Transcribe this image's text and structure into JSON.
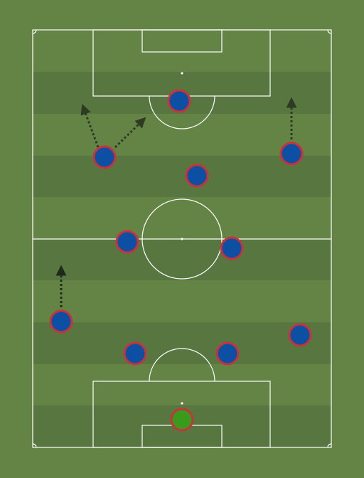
{
  "pitch": {
    "grass_light": "#648446",
    "grass_dark": "#587740",
    "line_color": "#ffffff"
  },
  "players": [
    {
      "id": "goalkeeper",
      "kit_color": "#3a9a1c",
      "outline_color": "#c8323c"
    },
    {
      "id": "defender-left-center",
      "kit_color": "#0d4fa3",
      "outline_color": "#c8323c"
    },
    {
      "id": "defender-right-center",
      "kit_color": "#0d4fa3",
      "outline_color": "#c8323c"
    },
    {
      "id": "defender-left",
      "kit_color": "#0d4fa3",
      "outline_color": "#c8323c"
    },
    {
      "id": "defender-right",
      "kit_color": "#0d4fa3",
      "outline_color": "#c8323c"
    },
    {
      "id": "midfielder-left-center",
      "kit_color": "#0d4fa3",
      "outline_color": "#c8323c"
    },
    {
      "id": "midfielder-right-center",
      "kit_color": "#0d4fa3",
      "outline_color": "#c8323c"
    },
    {
      "id": "midfielder-attacking",
      "kit_color": "#0d4fa3",
      "outline_color": "#c8323c"
    },
    {
      "id": "forward-left",
      "kit_color": "#0d4fa3",
      "outline_color": "#c8323c"
    },
    {
      "id": "forward-right",
      "kit_color": "#0d4fa3",
      "outline_color": "#c8323c"
    },
    {
      "id": "striker",
      "kit_color": "#0d4fa3",
      "outline_color": "#c8323c"
    }
  ],
  "movement_arrows": [
    {
      "id": "run-left-back",
      "color": "#1f2a18"
    },
    {
      "id": "run-left-forward-wide",
      "color": "#2e3a22"
    },
    {
      "id": "run-left-forward-inside",
      "color": "#2e3a22"
    },
    {
      "id": "run-right-forward",
      "color": "#2e3a22"
    }
  ]
}
